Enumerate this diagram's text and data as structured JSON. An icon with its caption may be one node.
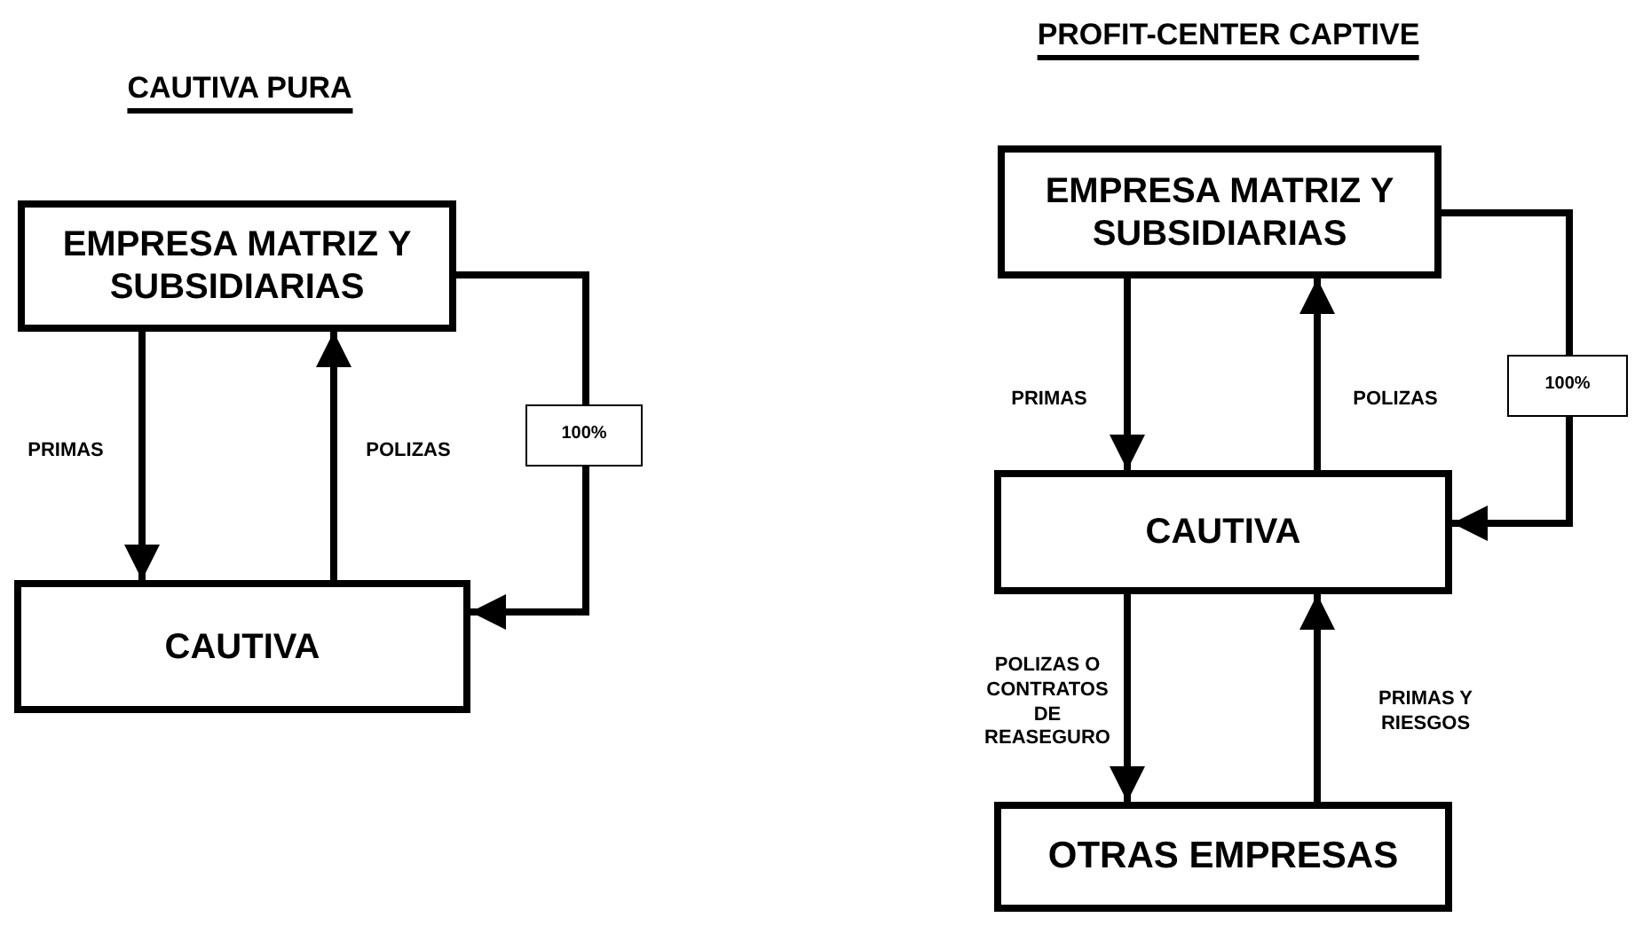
{
  "diagram": {
    "nodes": [
      {
        "text": [
          "EMPRESA MATRIZ Y SUBSIDIARIAS"
        ]
      },
      {
        "text": [
          "CAUTIVA"
        ]
      },
      {
        "text": [
          "EMPRESA MATRIZ Y SUBSIDIARIAS"
        ]
      },
      {
        "text": [
          "CAUTIVA"
        ]
      },
      {
        "text": [
          "OTRAS EMPRESAS"
        ]
      }
    ],
    "edges": [
      {
        "from": 0,
        "to": 1,
        "arrow": "to",
        "label": "PRIMAS"
      },
      {
        "from": 1,
        "to": 0,
        "arrow": "to",
        "label": "POLIZAS"
      },
      {
        "from": 0,
        "to": 1,
        "arrow": "to",
        "label": "100%"
      },
      {
        "from": 2,
        "to": 3,
        "arrow": "to",
        "label": "PRIMAS"
      },
      {
        "from": 3,
        "to": 2,
        "arrow": "to",
        "label": "POLIZAS"
      },
      {
        "from": 2,
        "to": 3,
        "arrow": "to",
        "label": "100%"
      },
      {
        "from": 3,
        "to": 4,
        "arrow": "to",
        "label": "POLIZAS O CONTRATOS DE REASEGURO"
      },
      {
        "from": 4,
        "to": 3,
        "arrow": "to",
        "label": "PRIMAS Y RIESGOS"
      }
    ],
    "labels": [
      "CAUTIVA PURA",
      "PROFIT-CENTER CAPTIVE"
    ]
  }
}
